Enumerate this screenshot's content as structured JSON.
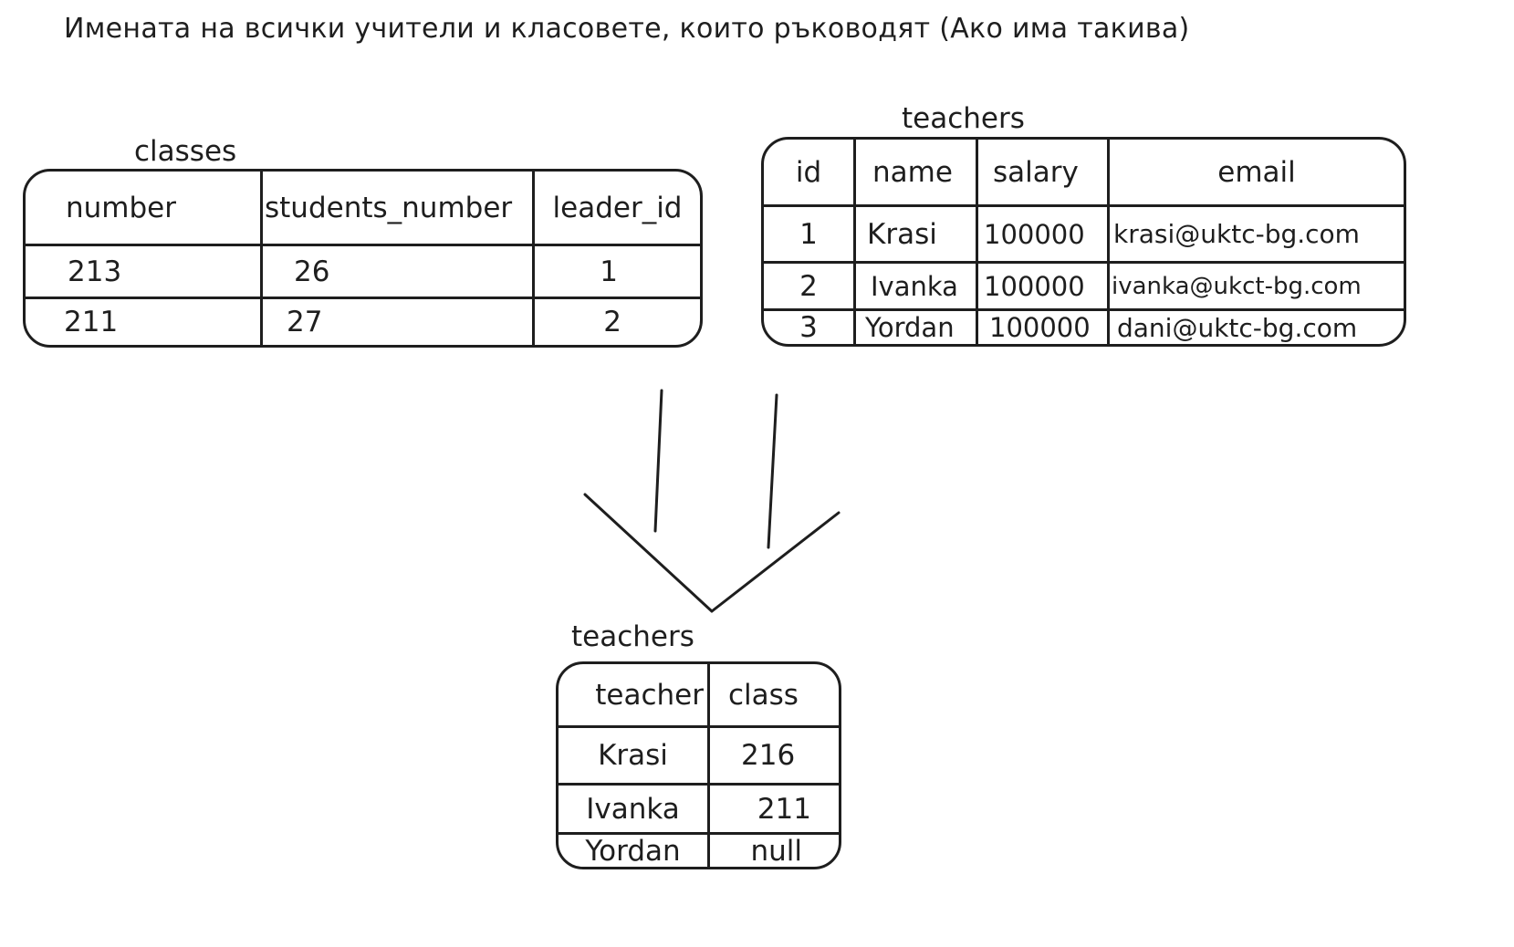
{
  "heading": "Имената на всички учители и класовете, които ръководят (Ако има такива)",
  "classes": {
    "label": "classes",
    "columns": [
      "number",
      "students_number",
      "leader_id"
    ],
    "rows": [
      [
        "213",
        "26",
        "1"
      ],
      [
        "211",
        "27",
        "2"
      ]
    ]
  },
  "teachers": {
    "label": "teachers",
    "columns": [
      "id",
      "name",
      "salary",
      "email"
    ],
    "rows": [
      [
        "1",
        "Krasi",
        "100000",
        "krasi@uktc-bg.com"
      ],
      [
        "2",
        "Ivanka",
        "100000",
        "ivanka@ukct-bg.com"
      ],
      [
        "3",
        "Yordan",
        "100000",
        "dani@uktc-bg.com"
      ]
    ]
  },
  "result": {
    "label": "teachers",
    "columns": [
      "teacher",
      "class"
    ],
    "rows": [
      [
        "Krasi",
        "216"
      ],
      [
        "Ivanka",
        "211"
      ],
      [
        "Yordan",
        "null"
      ]
    ]
  },
  "colors": {
    "stroke": "#1e1e1e",
    "background": "#ffffff"
  }
}
